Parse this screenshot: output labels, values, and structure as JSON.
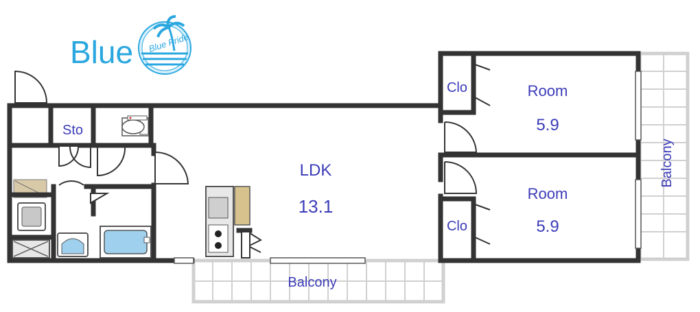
{
  "brand": {
    "name": "Blue",
    "logo_text": "Blue Pride",
    "logo_icon": "palm-tree-sunset-icon",
    "color": "#2aa7df"
  },
  "rooms": {
    "ldk": {
      "label": "LDK",
      "size": "13.1"
    },
    "room_upper": {
      "label": "Room",
      "size": "5.9"
    },
    "room_lower": {
      "label": "Room",
      "size": "5.9"
    },
    "closet_upper": "Clo",
    "closet_lower": "Clo",
    "storage": "Sto",
    "balcony_bottom": "Balcony",
    "balcony_right": "Balcony"
  },
  "colors": {
    "wall": "#333333",
    "label": "#3b3bb8",
    "balcony": "#d0d0d0",
    "bath": "#9fd0ee",
    "counter": "#d7c28e",
    "entrance": "#d8c9a8"
  }
}
